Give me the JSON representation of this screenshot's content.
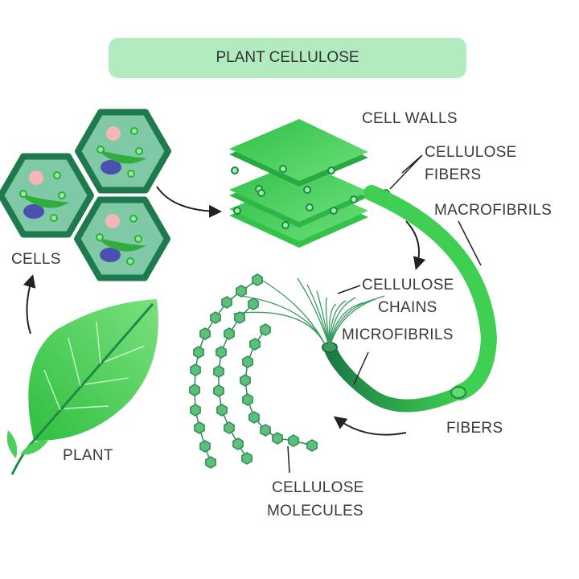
{
  "title": "PLANT CELLULOSE",
  "labels": {
    "cells": "CELLS",
    "plant": "PLANT",
    "cell_walls": "CELL WALLS",
    "cellulose_fibers": [
      "CELLULOSE",
      "FIBERS"
    ],
    "macrofibrils": "MACROFIBRILS",
    "cellulose_chains": [
      "CELLULOSE",
      "CHAINS"
    ],
    "microfibrils": "MICROFIBRILS",
    "fibers": "FIBERS",
    "cellulose_molecules": [
      "CELLULOSE",
      "MOLECULES"
    ]
  },
  "colors": {
    "pill": "#b2ebbf",
    "cell_wall": "#1e7a4c",
    "cell_fill": "#80c9a6",
    "bright_green": "#3cc94e",
    "dark_green": "#1f8a45",
    "nucleus": "#f4b6b6",
    "organelle_blue": "#4b4fb0",
    "molecule": "#5cc07a"
  }
}
